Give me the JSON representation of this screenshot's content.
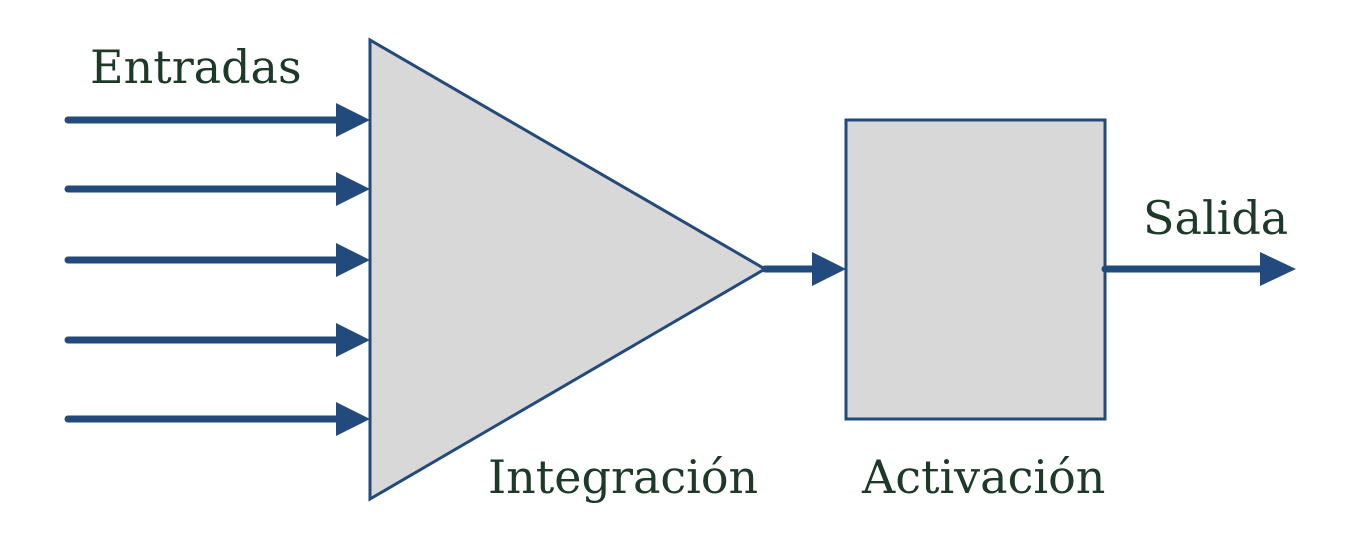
{
  "labels": {
    "inputs": "Entradas",
    "integration": "Integración",
    "activation": "Activación",
    "output": "Salida"
  },
  "colors": {
    "arrow": "#234a7d",
    "block_fill": "#d8d8d8",
    "text": "#1d3a28"
  }
}
